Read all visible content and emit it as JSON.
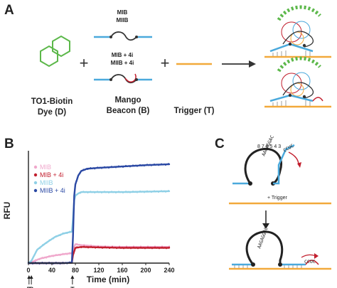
{
  "panels": {
    "a": "A",
    "b": "B",
    "c": "C"
  },
  "panel_a": {
    "dye_label": [
      "TO1-Biotin",
      "Dye (D)"
    ],
    "beacon_top": [
      "MIB",
      "MIIB"
    ],
    "beacon_bottom": [
      "MIB + 4i",
      "MIIB + 4i"
    ],
    "beacon_label": [
      "Mango",
      "Beacon (B)"
    ],
    "trigger_label": "Trigger (T)",
    "plus": "+"
  },
  "panel_c": {
    "trigger_label": "+ Trigger",
    "seq_loop": "AAGAGGAC",
    "seq_loop_bottom": "AAGAGGAC",
    "seq_red": "CCUC",
    "seq_red_bottom": "CCUC",
    "nums": "8 7 6 5 4 3"
  },
  "colors": {
    "mib": "#f0a8cc",
    "mib4i": "#c21f2e",
    "miib": "#8fd0e6",
    "miib4i": "#2b49a4",
    "strand_blue": "#4aa9dc",
    "trigger_orange": "#f2a93b",
    "dye_green": "#5cb84a"
  },
  "chart_data": {
    "type": "line",
    "title": "",
    "xlabel": "Time (min)",
    "ylabel": "RFU",
    "xlim": [
      0,
      240
    ],
    "ylim": [
      0,
      250
    ],
    "xticks": [
      "0",
      "40",
      "80",
      "120",
      "160",
      "200",
      "240"
    ],
    "markers": [
      {
        "label": "D",
        "x": 1
      },
      {
        "label": "B",
        "x": 5
      },
      {
        "label": "T",
        "x": 75
      }
    ],
    "series": [
      {
        "name": "MIB",
        "color": "#f0a8cc",
        "x": [
          0,
          5,
          20,
          40,
          60,
          74,
          76,
          80,
          90,
          120,
          160,
          200,
          240
        ],
        "y": [
          0,
          2,
          10,
          16,
          20,
          22,
          30,
          42,
          40,
          37,
          36,
          36,
          36
        ]
      },
      {
        "name": "MIB + 4i",
        "color": "#c21f2e",
        "x": [
          0,
          5,
          20,
          40,
          60,
          74,
          76,
          80,
          90,
          120,
          160,
          200,
          240
        ],
        "y": [
          0,
          0,
          0,
          0,
          0,
          1,
          18,
          34,
          36,
          35,
          34,
          34,
          34
        ]
      },
      {
        "name": "MIIB",
        "color": "#8fd0e6",
        "x": [
          0,
          5,
          15,
          30,
          45,
          60,
          74,
          76,
          78,
          80,
          85,
          90,
          100,
          120,
          160,
          200,
          240
        ],
        "y": [
          0,
          5,
          30,
          45,
          58,
          66,
          70,
          100,
          140,
          150,
          155,
          158,
          158,
          158,
          158,
          159,
          160
        ]
      },
      {
        "name": "MIIB + 4i",
        "color": "#2b49a4",
        "x": [
          0,
          5,
          20,
          40,
          60,
          74,
          76,
          78,
          80,
          85,
          90,
          100,
          120,
          160,
          200,
          240
        ],
        "y": [
          0,
          0,
          0,
          0,
          0,
          1,
          60,
          150,
          175,
          195,
          205,
          210,
          212,
          215,
          218,
          220
        ]
      }
    ]
  }
}
